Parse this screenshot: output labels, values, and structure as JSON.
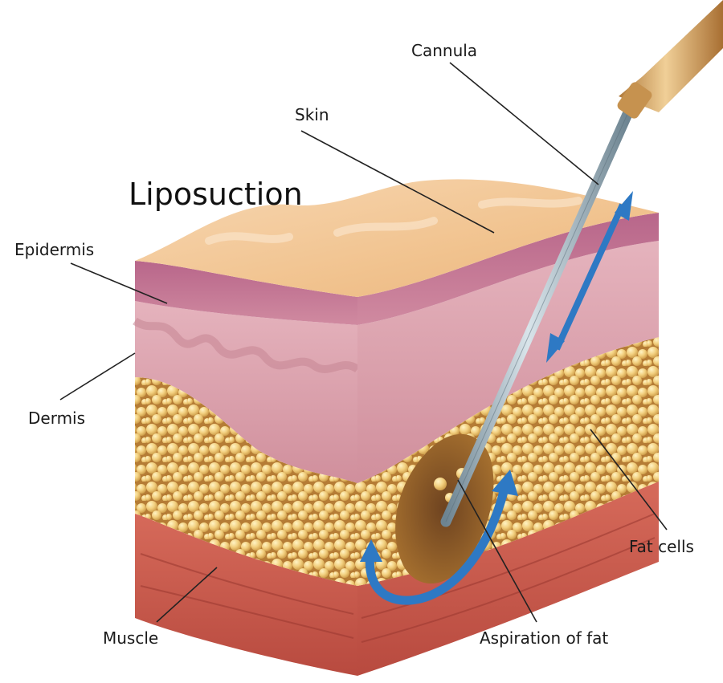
{
  "title": "Liposuction",
  "labels": {
    "cannula": "Cannula",
    "skin": "Skin",
    "epidermis": "Epidermis",
    "dermis": "Dermis",
    "fat_cells": "Fat cells",
    "muscle": "Muscle",
    "aspiration": "Aspiration of fat"
  },
  "colors": {
    "skin_surface": "#f3c99a",
    "epidermis": "#a95a78",
    "dermis": "#e7b7bd",
    "fat": "#d9a85a",
    "muscle": "#c85a4d",
    "cannula": "#8fa4b0",
    "arrow": "#2e79c4"
  }
}
